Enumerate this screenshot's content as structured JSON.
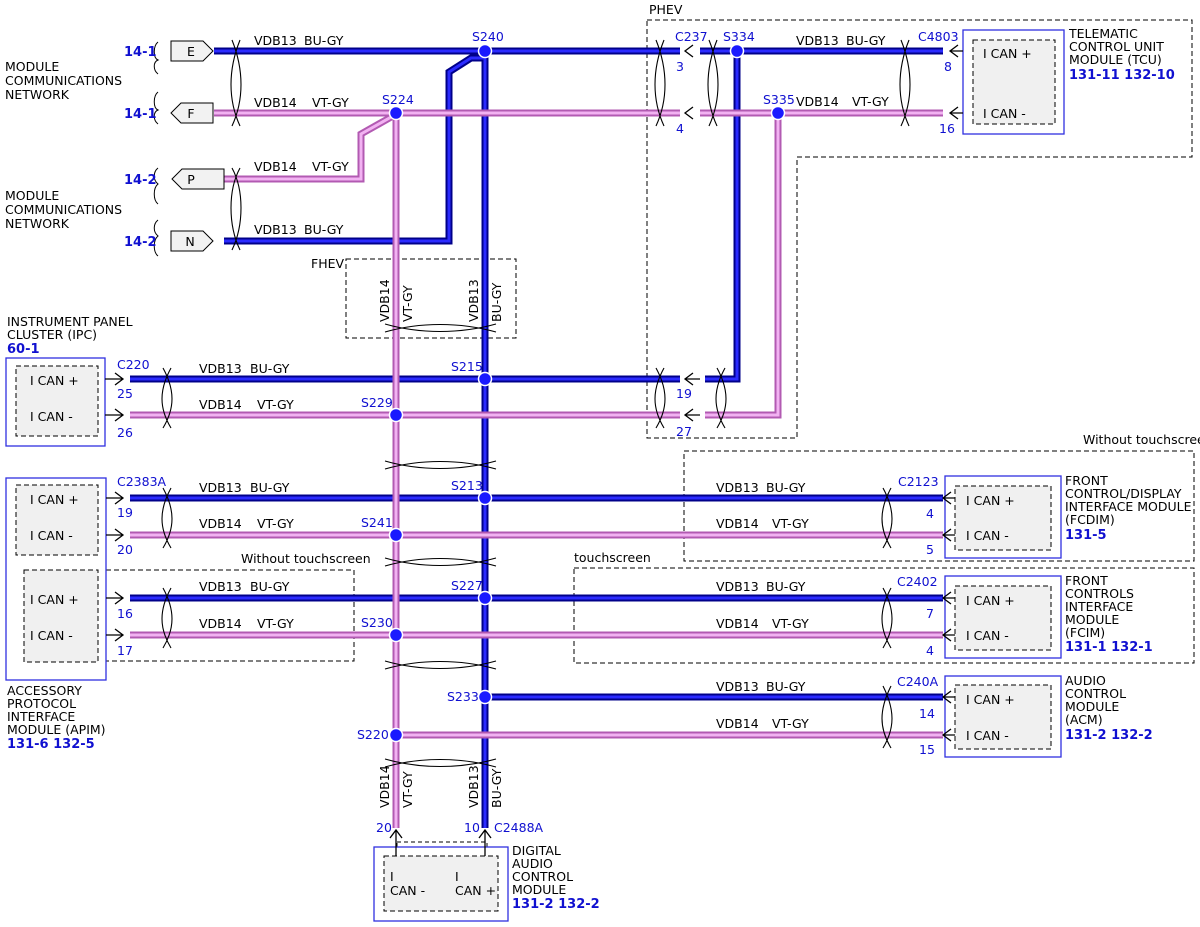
{
  "networks": {
    "upper": {
      "line1": "MODULE",
      "line2": "COMMUNICATIONS",
      "line3": "NETWORK",
      "ref_a": "14-1",
      "ref_b": "14-1"
    },
    "lower": {
      "line1": "MODULE",
      "line2": "COMMUNICATIONS",
      "line3": "NETWORK",
      "ref_a": "14-2",
      "ref_b": "14-2"
    }
  },
  "tags": {
    "e": "E",
    "f": "F",
    "p": "P",
    "n": "N"
  },
  "wires": {
    "bu_code": "VDB13",
    "bu_color": "BU-GY",
    "vt_code": "VDB14",
    "vt_color": "VT-GY",
    "bu_hex": "#2b2bff",
    "vt_hex": "#f2b2f2"
  },
  "splices": {
    "s240": "S240",
    "s224": "S224",
    "s334": "S334",
    "s335": "S335",
    "s215": "S215",
    "s229": "S229",
    "s213": "S213",
    "s241": "S241",
    "s227": "S227",
    "s230": "S230",
    "s233": "S233",
    "s220": "S220"
  },
  "groups": {
    "phev": "PHEV",
    "fhev": "FHEV",
    "without_touch_right": "Without touchscreen",
    "without_touch_left": "Without touchscreen",
    "touch": "touchscreen"
  },
  "modules": {
    "tcu": {
      "connector": "C4803",
      "pin_plus": "8",
      "pin_minus": "16",
      "can_plus": "I CAN +",
      "can_minus": "I CAN -",
      "name1": "TELEMATIC",
      "name2": "CONTROL UNIT",
      "name3": "MODULE (TCU)",
      "ref": "131-11  132-10",
      "inline_conn": "C237",
      "inline_pin_a": "3",
      "inline_pin_b": "4"
    },
    "ipc": {
      "connector": "C220",
      "pin_plus": "25",
      "pin_minus": "26",
      "can_plus": "I CAN +",
      "can_minus": "I CAN -",
      "name1": "INSTRUMENT PANEL",
      "name2": "CLUSTER (IPC)",
      "ref": "60-1",
      "phev_pin_a": "19",
      "phev_pin_b": "27"
    },
    "apim": {
      "connector": "C2383A",
      "pin_1": "19",
      "pin_2": "20",
      "pin_3": "16",
      "pin_4": "17",
      "can_plus_1": "I CAN +",
      "can_minus_1": "I CAN -",
      "can_plus_2": "I CAN +",
      "can_minus_2": "I CAN -",
      "name1": "ACCESSORY",
      "name2": "PROTOCOL",
      "name3": "INTERFACE",
      "name4": "MODULE (APIM)",
      "ref": "131-6  132-5"
    },
    "fcdim": {
      "connector": "C2123",
      "pin_plus": "4",
      "pin_minus": "5",
      "can_plus": "I CAN +",
      "can_minus": "I CAN -",
      "name1": "FRONT",
      "name2": "CONTROL/DISPLAY",
      "name3": "INTERFACE MODULE",
      "name4": "(FCDIM)",
      "ref": "131-5"
    },
    "fcim": {
      "connector": "C2402",
      "pin_plus": "7",
      "pin_minus": "4",
      "can_plus": "I CAN +",
      "can_minus": "I CAN -",
      "name1": "FRONT",
      "name2": "CONTROLS",
      "name3": "INTERFACE",
      "name4": "MODULE",
      "name5": "(FCIM)",
      "ref": "131-1  132-1"
    },
    "acm": {
      "connector": "C240A",
      "pin_plus": "14",
      "pin_minus": "15",
      "can_plus": "I CAN +",
      "can_minus": "I CAN -",
      "name1": "AUDIO",
      "name2": "CONTROL",
      "name3": "MODULE",
      "name4": "(ACM)",
      "ref": "131-2  132-2"
    },
    "dacm": {
      "connector": "C2488A",
      "pin_minus": "20",
      "pin_plus": "10",
      "can_i_a": "I",
      "can_minus": "CAN -",
      "can_i_b": "I",
      "can_plus": "CAN +",
      "name1": "DIGITAL",
      "name2": "AUDIO",
      "name3": "CONTROL",
      "name4": "MODULE",
      "ref": "131-2  132-2"
    }
  }
}
